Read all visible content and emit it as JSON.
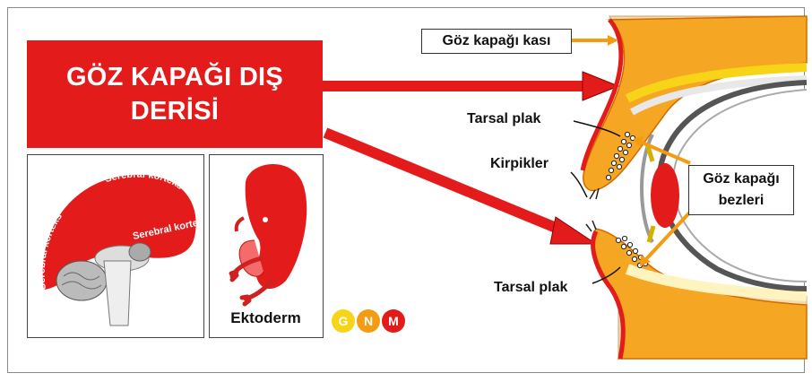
{
  "title": {
    "line1": "GÖZ KAPAĞI DIŞ",
    "line2": "DERİSİ"
  },
  "brain_panel": {
    "cortex_label": "Serebral korteks"
  },
  "embryo_panel": {
    "caption": "Ektoderm"
  },
  "logo": {
    "g": "G",
    "n": "N",
    "m": "M"
  },
  "labels": {
    "muscle": "Göz kapağı kası",
    "tarsal_top": "Tarsal plak",
    "eyelashes": "Kirpikler",
    "glands_line1": "Göz kapağı",
    "glands_line2": "bezleri",
    "tarsal_bottom": "Tarsal plak"
  },
  "colors": {
    "primary_red": "#e31b1b",
    "orange": "#f39c12",
    "skin_orange": "#f5a623"
  }
}
